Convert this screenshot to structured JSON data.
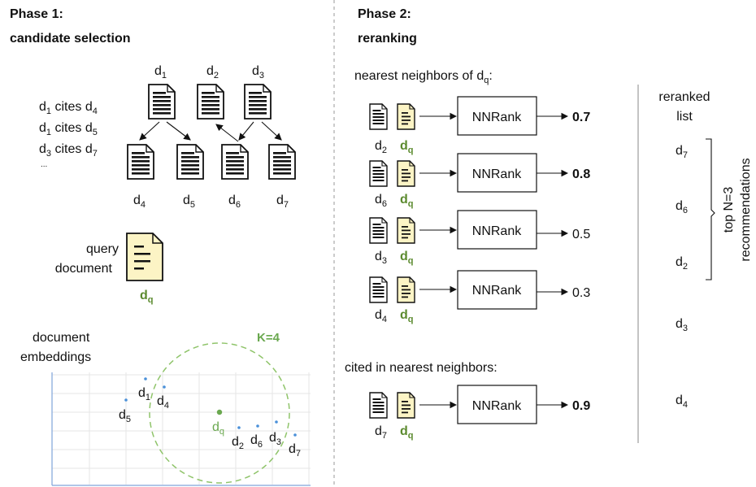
{
  "phase1": {
    "title_line1": "Phase 1:",
    "title_line2": "candidate selection",
    "citations": [
      {
        "a": "d",
        "a_sub": "1",
        "verb": " cites ",
        "b": "d",
        "b_sub": "4"
      },
      {
        "a": "d",
        "a_sub": "1",
        "verb": " cites ",
        "b": "d",
        "b_sub": "5"
      },
      {
        "a": "d",
        "a_sub": "3",
        "verb": " cites ",
        "b": "d",
        "b_sub": "7"
      }
    ],
    "citations_more": "...",
    "top_docs": [
      {
        "base": "d",
        "sub": "1"
      },
      {
        "base": "d",
        "sub": "2"
      },
      {
        "base": "d",
        "sub": "3"
      }
    ],
    "bottom_docs": [
      {
        "base": "d",
        "sub": "4"
      },
      {
        "base": "d",
        "sub": "5"
      },
      {
        "base": "d",
        "sub": "6"
      },
      {
        "base": "d",
        "sub": "7"
      }
    ],
    "query_label_line1": "query",
    "query_label_line2": "document",
    "query_doc": {
      "base": "d",
      "sub": "q"
    },
    "embeddings_label_line1": "document",
    "embeddings_label_line2": "embeddings",
    "k_label": "K=4",
    "scatter_points": [
      {
        "base": "d",
        "sub": "1"
      },
      {
        "base": "d",
        "sub": "4"
      },
      {
        "base": "d",
        "sub": "5"
      },
      {
        "base": "d",
        "sub": "q"
      },
      {
        "base": "d",
        "sub": "2"
      },
      {
        "base": "d",
        "sub": "6"
      },
      {
        "base": "d",
        "sub": "3"
      },
      {
        "base": "d",
        "sub": "7"
      }
    ]
  },
  "phase2": {
    "title_line1": "Phase 2:",
    "title_line2": "reranking",
    "nn_heading": "nearest neighbors of d",
    "nn_heading_sub": "q",
    "nn_heading_suffix": ":",
    "rows": [
      {
        "doc": "d",
        "doc_sub": "2",
        "q": "d",
        "q_sub": "q",
        "model": "NNRank",
        "score": "0.7",
        "bold": true
      },
      {
        "doc": "d",
        "doc_sub": "6",
        "q": "d",
        "q_sub": "q",
        "model": "NNRank",
        "score": "0.8",
        "bold": true
      },
      {
        "doc": "d",
        "doc_sub": "3",
        "q": "d",
        "q_sub": "q",
        "model": "NNRank",
        "score": "0.5",
        "bold": false
      },
      {
        "doc": "d",
        "doc_sub": "4",
        "q": "d",
        "q_sub": "q",
        "model": "NNRank",
        "score": "0.3",
        "bold": false
      }
    ],
    "cited_heading": "cited in nearest neighbors:",
    "cited_row": {
      "doc": "d",
      "doc_sub": "7",
      "q": "d",
      "q_sub": "q",
      "model": "NNRank",
      "score": "0.9",
      "bold": true
    }
  },
  "reranked": {
    "title_line1": "reranked",
    "title_line2": "list",
    "items": [
      {
        "base": "d",
        "sub": "7"
      },
      {
        "base": "d",
        "sub": "6"
      },
      {
        "base": "d",
        "sub": "2"
      },
      {
        "base": "d",
        "sub": "3"
      },
      {
        "base": "d",
        "sub": "4"
      }
    ],
    "bracket_line1": "top N=3",
    "bracket_line2": "recommendations"
  },
  "colors": {
    "doc_fill": "#ffffff",
    "query_fill": "#fcf4c5",
    "query_label": "#5b8a2e",
    "k_label": "#6aa84f",
    "circle": "#8fc46a",
    "point": "#4a90d9",
    "divider": "#999999",
    "grid": "#e6e6e6",
    "axis": "#7fa3d9"
  }
}
